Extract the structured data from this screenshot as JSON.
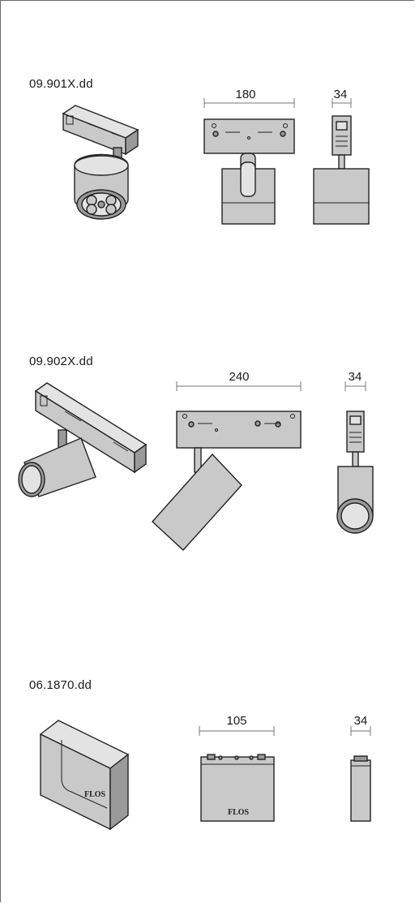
{
  "products": [
    {
      "code": "09.901X.dd",
      "front_width": "180",
      "side_width": "34"
    },
    {
      "code": "09.902X.dd",
      "front_width": "240",
      "side_width": "34"
    },
    {
      "code": "06.1870.dd",
      "front_width": "105",
      "side_width": "34"
    }
  ],
  "brand_mark": "FLOS",
  "colors": {
    "body": "#c9c9c9",
    "outline": "#222222",
    "dimension_line": "#777777"
  }
}
